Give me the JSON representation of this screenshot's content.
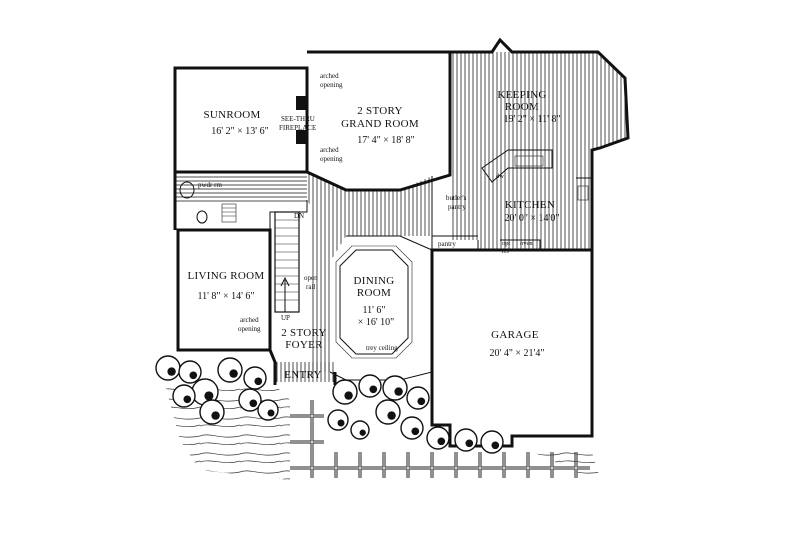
{
  "rooms": {
    "sunroom": {
      "name": "SUNROOM",
      "dims": "16' 2\" × 13' 6\""
    },
    "grand_room": {
      "name_line1": "2 STORY",
      "name_line2": "GRAND ROOM",
      "dims": "17' 4\" × 18' 8\""
    },
    "keeping_room": {
      "name_line1": "KEEPING",
      "name_line2": "ROOM",
      "dims": "19' 2\" × 11' 8\""
    },
    "kitchen": {
      "name": "KITCHEN",
      "dims": "20' 0\" × 14'0\""
    },
    "living_room": {
      "name": "LIVING ROOM",
      "dims": "11' 8\" × 14' 6\""
    },
    "dining_room": {
      "name_line1": "DINING",
      "name_line2": "ROOM",
      "dims_line1": "11' 6\"",
      "dims_line2": "× 16' 10\""
    },
    "foyer": {
      "name_line1": "2 STORY",
      "name_line2": "FOYER"
    },
    "garage": {
      "name": "GARAGE",
      "dims": "20' 4\" × 21'4\""
    },
    "entry": {
      "name": "ENTRY"
    }
  },
  "labels": {
    "arched_opening_1_l1": "arched",
    "arched_opening_1_l2": "opening",
    "arched_opening_2_l1": "arched",
    "arched_opening_2_l2": "opening",
    "arched_opening_3_l1": "arched",
    "arched_opening_3_l2": "opening",
    "fireplace_l1": "SEE-THRU",
    "fireplace_l2": "FIREPLACE",
    "powder_room": "pwdr rm",
    "butlers_pantry_l1": "butler's",
    "butlers_pantry_l2": "pantry",
    "pantry": "pantry",
    "dw": "dw",
    "opt": "opt",
    "ref": "ref",
    "oven": "oven",
    "dn": "DN",
    "up": "UP",
    "open_rail_l1": "open",
    "open_rail_l2": "rail",
    "trey_ceiling": "trey ceiling"
  }
}
